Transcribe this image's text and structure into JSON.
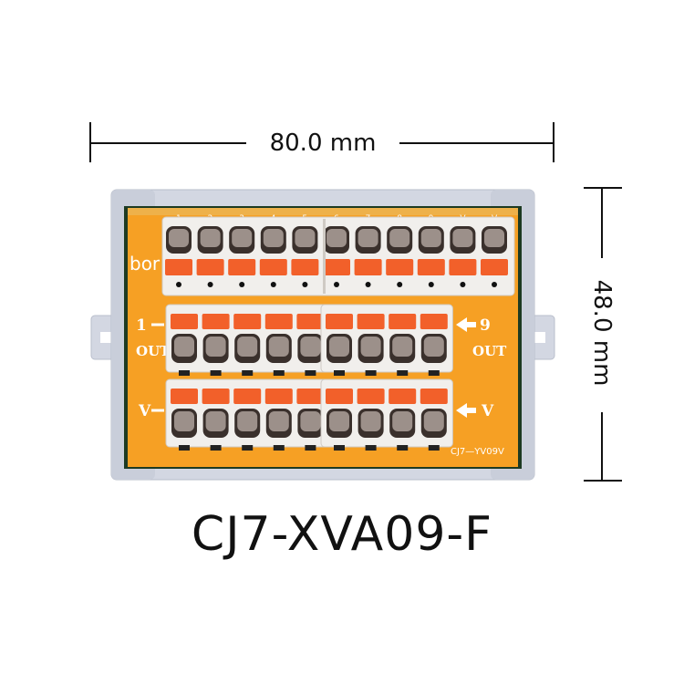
{
  "dimensions": {
    "width_label": "80.0 mm",
    "height_label": "48.0 mm"
  },
  "model": "CJ7-XVA09-F",
  "pcb": {
    "brand_text": "bor",
    "model_print": "CJ7—YV09V",
    "top_pin_labels": [
      "1",
      "2",
      "3",
      "4",
      "5",
      "6",
      "7",
      "8",
      "9",
      "V",
      "V"
    ],
    "left_row_labels": [
      {
        "num": "1",
        "sub": "OUT"
      },
      {
        "num": "V",
        "sub": ""
      }
    ],
    "right_row_labels": [
      {
        "num": "9",
        "sub": "OUT"
      },
      {
        "num": "V",
        "sub": ""
      }
    ]
  },
  "colors": {
    "pcb": "#f6a024",
    "rail": "#d3d7e2",
    "terminal_body": "#f1efec",
    "lever": "#f2602a",
    "hole": "#3a302c"
  }
}
